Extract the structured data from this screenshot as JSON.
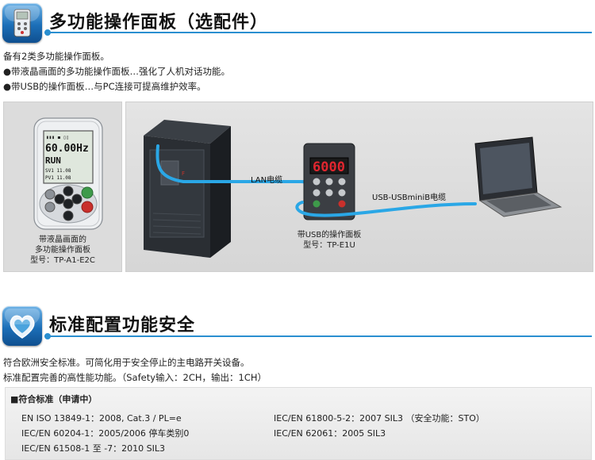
{
  "section1": {
    "title": "多功能操作面板（选配件）",
    "lines": [
      "备有2类多功能操作面板。",
      "●带液晶画面的多功能操作面板…强化了人机对话功能。",
      "●带USB的操作面板…与PC连接可提高维护效率。"
    ],
    "lcd_panel": {
      "screen_lines": [
        "60.00Hz",
        "RUN",
        "SV1  11.08",
        "PV1  11.08"
      ],
      "caption": [
        "带液晶画面的",
        "多功能操作面板",
        "型号：TP-A1-E2C"
      ]
    },
    "usb_panel": {
      "display": "6000",
      "caption": [
        "带USB的操作面板",
        "型号：TP-E1U"
      ]
    },
    "cable_lan": "LAN电缆",
    "cable_usb": "USB-USBminiB电缆"
  },
  "section2": {
    "title": "标准配置功能安全",
    "lines": [
      "符合欧洲安全标准。可简化用于安全停止的主电路开关设备。",
      "标准配置完善的高性能功能。（Safety输入：2CH，输出：1CH）"
    ]
  },
  "standards": {
    "heading": "■符合标准（申请中）",
    "left": [
      "EN ISO 13849-1：2008, Cat.3 / PL=e",
      "IEC/EN 60204-1：2005/2006 停车类别0",
      "IEC/EN 61508-1 至 -7：2010 SIL3"
    ],
    "right": [
      "IEC/EN 61800-5-2：2007 SIL3 （安全功能：STO）",
      "IEC/EN 62061：2005 SIL3"
    ]
  },
  "colors": {
    "accent": "#2a8fd0",
    "icon_blue": "#1c6fb8",
    "led_red": "#d8202a",
    "cable_blue": "#2aa7e6"
  }
}
